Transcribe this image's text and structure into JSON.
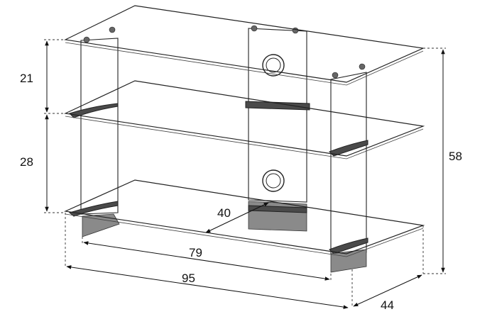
{
  "dimensions": {
    "shelf_gap_top": "21",
    "shelf_gap_bottom": "28",
    "total_height": "58",
    "inner_depth": "40",
    "inner_width": "79",
    "total_width": "95",
    "total_depth": "44"
  }
}
